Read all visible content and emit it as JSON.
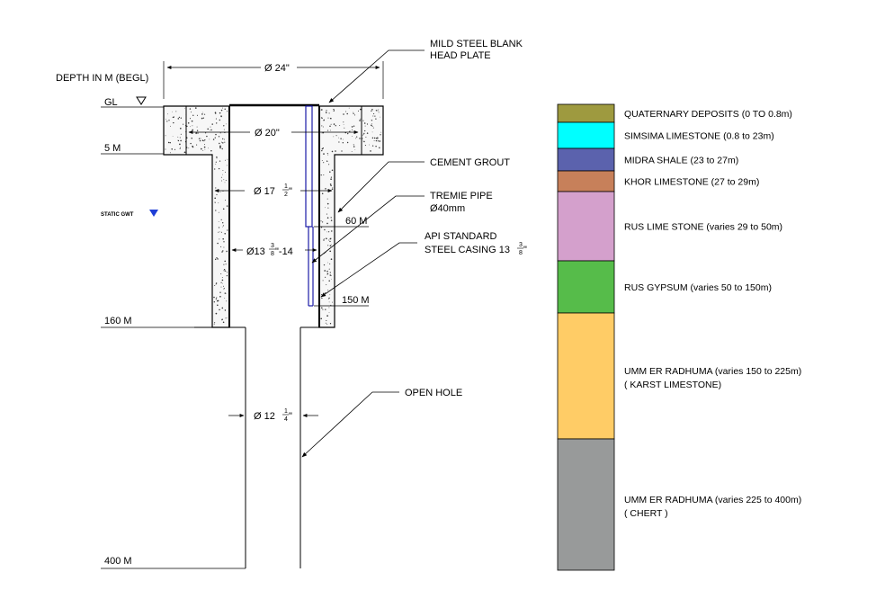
{
  "well": {
    "depth_axis_label": "DEPTH IN M (BEGL)",
    "gl_label": "GL",
    "depth_5m": "5 M",
    "depth_160m": "160 M",
    "depth_400m": "400 M",
    "static_gwt": "STATIC GWT",
    "dia_24": "Ø 24\"",
    "dia_20": "Ø 20\"",
    "dia_17_prefix": "Ø 17",
    "dia_17_frac_num": "1",
    "dia_17_frac_den": "2",
    "dia_17_suffix": "\"",
    "dia_13_prefix": "Ø13",
    "dia_13_frac_num": "3",
    "dia_13_frac_den": "8",
    "dia_13_suffix": "\"-14",
    "dia_12_prefix": "Ø 12",
    "dia_12_frac_num": "1",
    "dia_12_frac_den": "4",
    "dia_12_suffix": "\"",
    "callout_head_plate_1": "MILD STEEL BLANK",
    "callout_head_plate_2": "HEAD PLATE",
    "callout_cement_grout": "CEMENT GROUT",
    "callout_tremie_1": "TREMIE PIPE",
    "callout_tremie_2": "Ø40mm",
    "callout_casing_1": "API STANDARD",
    "callout_casing_2_prefix": "STEEL CASING 13",
    "callout_casing_frac_num": "3",
    "callout_casing_frac_den": "8",
    "callout_casing_suffix": "\"",
    "mark_60m": "60 M",
    "mark_150m": "150 M",
    "callout_open_hole": "OPEN HOLE"
  },
  "strata": [
    {
      "label": "QUATERNARY DEPOSITS (0 TO 0.8m)",
      "label2": "",
      "color": "#9e9a3f"
    },
    {
      "label": "SIMSIMA LIMESTONE (0.8 to 23m)",
      "label2": "",
      "color": "#00ffff"
    },
    {
      "label": "MIDRA SHALE (23 to 27m)",
      "label2": "",
      "color": "#5b62ad"
    },
    {
      "label": "KHOR LIMESTONE (27 to 29m)",
      "label2": "",
      "color": "#c7805a"
    },
    {
      "label": "RUS LIME STONE (varies 29 to 50m)",
      "label2": "",
      "color": "#d4a0cc"
    },
    {
      "label": "RUS GYPSUM (varies 50 to 150m)",
      "label2": "",
      "color": "#56bc4a"
    },
    {
      "label": "UMM ER RADHUMA (varies 150 to 225m)",
      "label2": "( KARST LIMESTONE)",
      "color": "#ffcc66"
    },
    {
      "label": "UMM ER RADHUMA (varies 225 to 400m)",
      "label2": "( CHERT )",
      "color": "#989a9a"
    }
  ],
  "colors": {
    "line": "#000000",
    "tremie": "#1a1aa6",
    "gwt_marker": "#1f3fd6",
    "concrete_fill": "#f7f7f7"
  }
}
